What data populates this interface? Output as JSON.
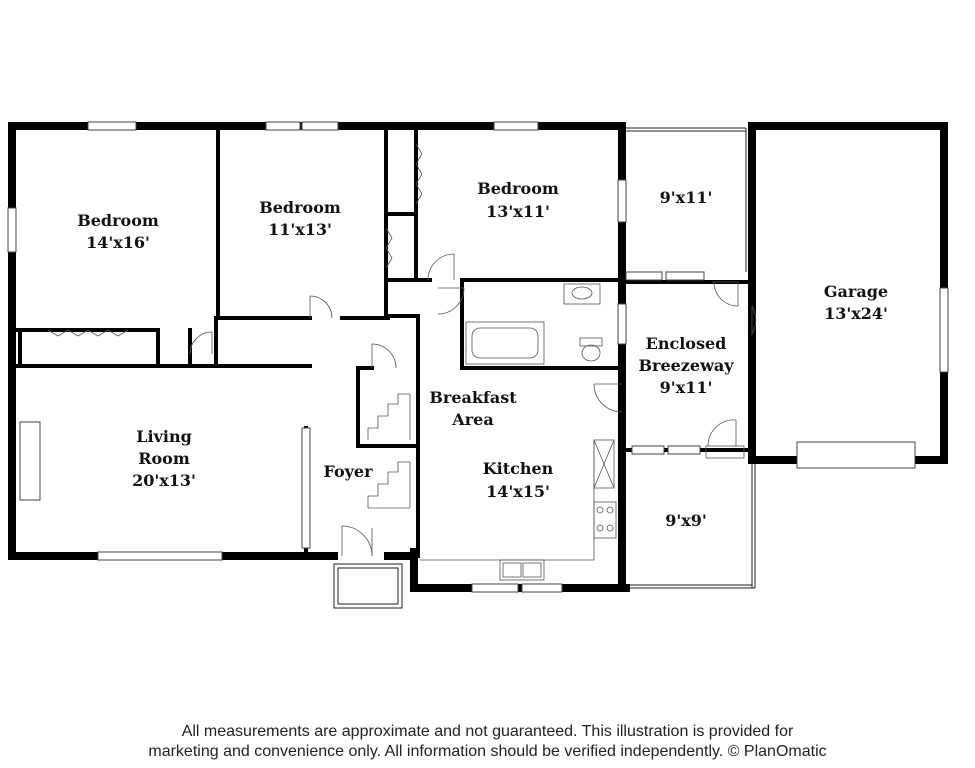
{
  "rooms": {
    "bedroom_1": {
      "name": "Bedroom",
      "size": "14'x16'"
    },
    "bedroom_2": {
      "name": "Bedroom",
      "size": "11'x13'"
    },
    "bedroom_3": {
      "name": "Bedroom",
      "size": "13'x11'"
    },
    "porch_top": {
      "size": "9'x11'"
    },
    "garage": {
      "name": "Garage",
      "size": "13'x24'"
    },
    "breezeway": {
      "line1": "Enclosed",
      "line2": "Breezeway",
      "size": "9'x11'"
    },
    "living_room": {
      "line1": "Living",
      "line2": "Room",
      "size": "20'x13'"
    },
    "foyer": {
      "name": "Foyer"
    },
    "breakfast": {
      "line1": "Breakfast",
      "line2": "Area"
    },
    "kitchen": {
      "name": "Kitchen",
      "size": "14'x15'"
    },
    "porch_bottom": {
      "size": "9'x9'"
    }
  },
  "disclaimer": {
    "line1": "All measurements are approximate and not guaranteed. This illustration is provided for",
    "line2": "marketing and convenience only. All information should be verified independently. © PlanOmatic"
  }
}
